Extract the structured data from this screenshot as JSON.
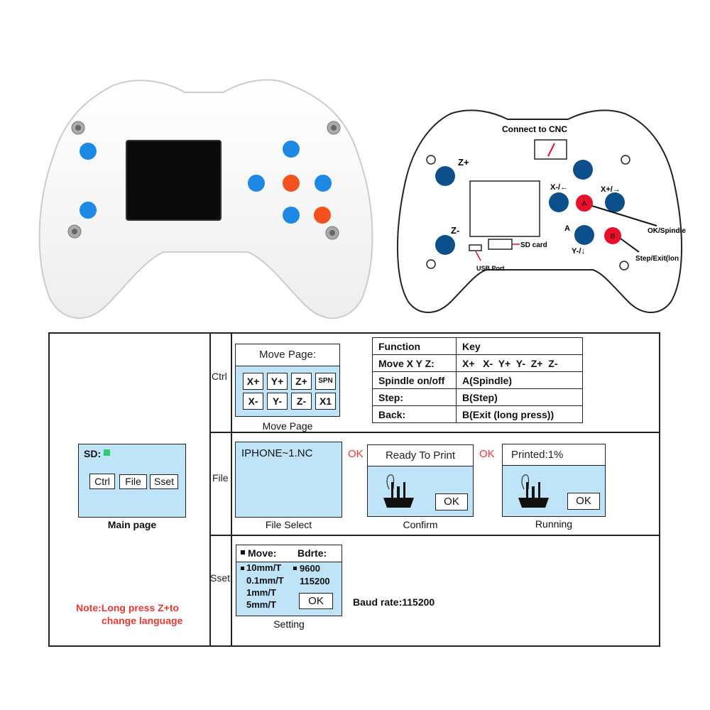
{
  "diagram": {
    "connect_label": "Connect to CNC",
    "z_plus": "Z+",
    "z_minus": "Z-",
    "x_minus": "X-/←",
    "x_plus": "X+/→",
    "a_side": "A",
    "y_minus": "Y-/↓",
    "btn_a": "A",
    "btn_b": "B",
    "ok_spindle": "OK/Spindle",
    "step_exit": "Step/Exit(lon",
    "sd_card": "SD card",
    "usb_port": "USB Port",
    "colors": {
      "blue_button": "#0d4f8b",
      "red_button": "#e8102a"
    }
  },
  "table": {
    "row_labels": {
      "ctrl": "Ctrl",
      "file": "File",
      "sset": "Sset"
    },
    "main": {
      "sd_label": "SD:",
      "buttons": [
        "Ctrl",
        "File",
        "Sset"
      ],
      "caption": "Main page",
      "note_line1": "Note:Long press Z+to",
      "note_line2": "change language"
    },
    "move": {
      "header": "Move Page:",
      "keys": [
        "X+",
        "Y+",
        "Z+",
        "SPN",
        "X-",
        "Y-",
        "Z-",
        "X1"
      ],
      "caption": "Move Page"
    },
    "function_table": {
      "header": [
        "Function",
        "Key"
      ],
      "rows": [
        [
          "Move X Y Z:",
          "X+   X-  Y+  Y-  Z+  Z-"
        ],
        [
          "Spindle on/off",
          "A(Spindle)"
        ],
        [
          "Step:",
          "B(Step)"
        ],
        [
          "Back:",
          "B(Exit (long press))"
        ]
      ]
    },
    "file": {
      "filename": "IPHONE~1.NC",
      "caption_select": "File Select",
      "ok_arrow1": "OK",
      "confirm_header": "Ready To Print",
      "confirm_ok": "OK",
      "caption_confirm": "Confirm",
      "ok_arrow2": "OK",
      "running_header": "Printed:1%",
      "running_ok": "OK",
      "caption_running": "Running"
    },
    "setting": {
      "move_label": "Move:",
      "bdrte_label": "Bdrte:",
      "moves": [
        "10mm/T",
        "0.1mm/T",
        "1mm/T",
        "5mm/T"
      ],
      "bauds": [
        "9600",
        "115200"
      ],
      "ok": "OK",
      "caption": "Setting",
      "baud_note": "Baud rate:115200"
    },
    "colors": {
      "screen_blue": "#bfe3f7",
      "note_red": "#e53935"
    }
  }
}
